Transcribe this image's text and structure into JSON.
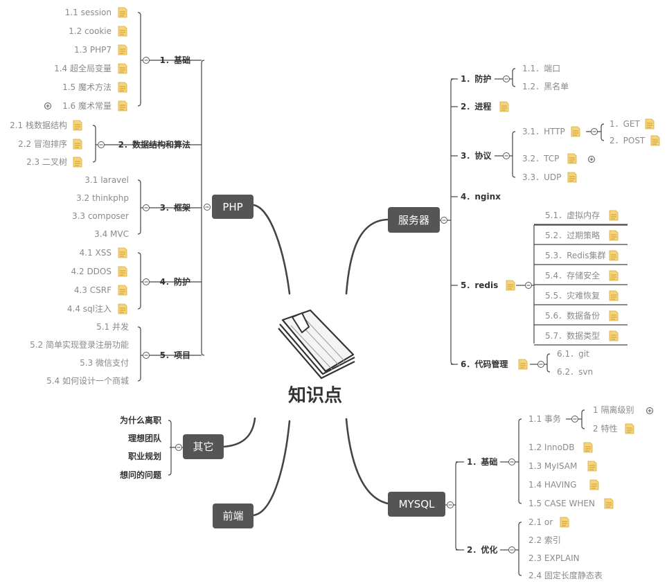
{
  "central": {
    "title": "知识点"
  },
  "php": {
    "label": "PHP",
    "children": [
      {
        "label": "1．基础",
        "items": [
          "1.1 session",
          "1.2 cookie",
          "1.3 PHP7",
          "1.4 超全局变量",
          "1.5 魔术方法",
          "1.6 魔术常量"
        ]
      },
      {
        "label": "2．数据结构和算法",
        "items": [
          "2.1 栈数据结构",
          "2.2 冒泡排序",
          "2.3 二叉树"
        ]
      },
      {
        "label": "3．框架",
        "items": [
          "3.1 laravel",
          "3.2 thinkphp",
          "3.3 composer",
          "3.4 MVC"
        ]
      },
      {
        "label": "4．防护",
        "items": [
          "4.1 XSS",
          "4.2 DDOS",
          "4.3 CSRF",
          "4.4 sql注入"
        ]
      },
      {
        "label": "5．项目",
        "items": [
          "5.1 并发",
          "5.2 简单实现登录注册功能",
          "5.3 微信支付",
          "5.4 如何设计一个商城"
        ]
      }
    ]
  },
  "server": {
    "label": "服务器",
    "children": [
      {
        "label": "1．防护",
        "items": [
          "1.1．端口",
          "1.2．黑名单"
        ]
      },
      {
        "label": "2．进程",
        "items": []
      },
      {
        "label": "3．协议",
        "items": [
          "3.1．HTTP",
          "3.2．TCP",
          "3.3．UDP"
        ],
        "sub": [
          "1．GET",
          "2．POST"
        ]
      },
      {
        "label": "4．nginx",
        "items": []
      },
      {
        "label": "5．redis",
        "items": [
          "5.1．虚拟内存",
          "5.2．过期策略",
          "5.3．Redis集群",
          "5.4．存储安全",
          "5.5．灾难恢复",
          "5.6．数据备份",
          "5.7．数据类型"
        ]
      },
      {
        "label": "6．代码管理",
        "items": [
          "6.1．git",
          "6.2．svn"
        ]
      }
    ]
  },
  "mysql": {
    "label": "MYSQL",
    "children": [
      {
        "label": "1．基础",
        "items": [
          "1.1 事务",
          "1.2 InnoDB",
          "1.3 MyISAM",
          "1.4 HAVING",
          "1.5 CASE WHEN"
        ],
        "sub": [
          "1 隔离级别",
          "2 特性"
        ]
      },
      {
        "label": "2．优化",
        "items": [
          "2.1 or",
          "2.2 索引",
          "2.3 EXPLAIN",
          "2.4 固定长度静态表"
        ]
      }
    ]
  },
  "other": {
    "label": "其它",
    "items": [
      "为什么离职",
      "理想团队",
      "职业规划",
      "想问的问题"
    ]
  },
  "frontend": {
    "label": "前端"
  },
  "colors": {
    "line": "#444444",
    "topic_fill": "#555555",
    "topic_text": "#ffffff",
    "note_fill": "#f5d47a",
    "note_stroke": "#d9a93a"
  },
  "icons": [
    "book-icon",
    "note-icon",
    "collapse-toggle-icon",
    "expand-plus-icon"
  ]
}
